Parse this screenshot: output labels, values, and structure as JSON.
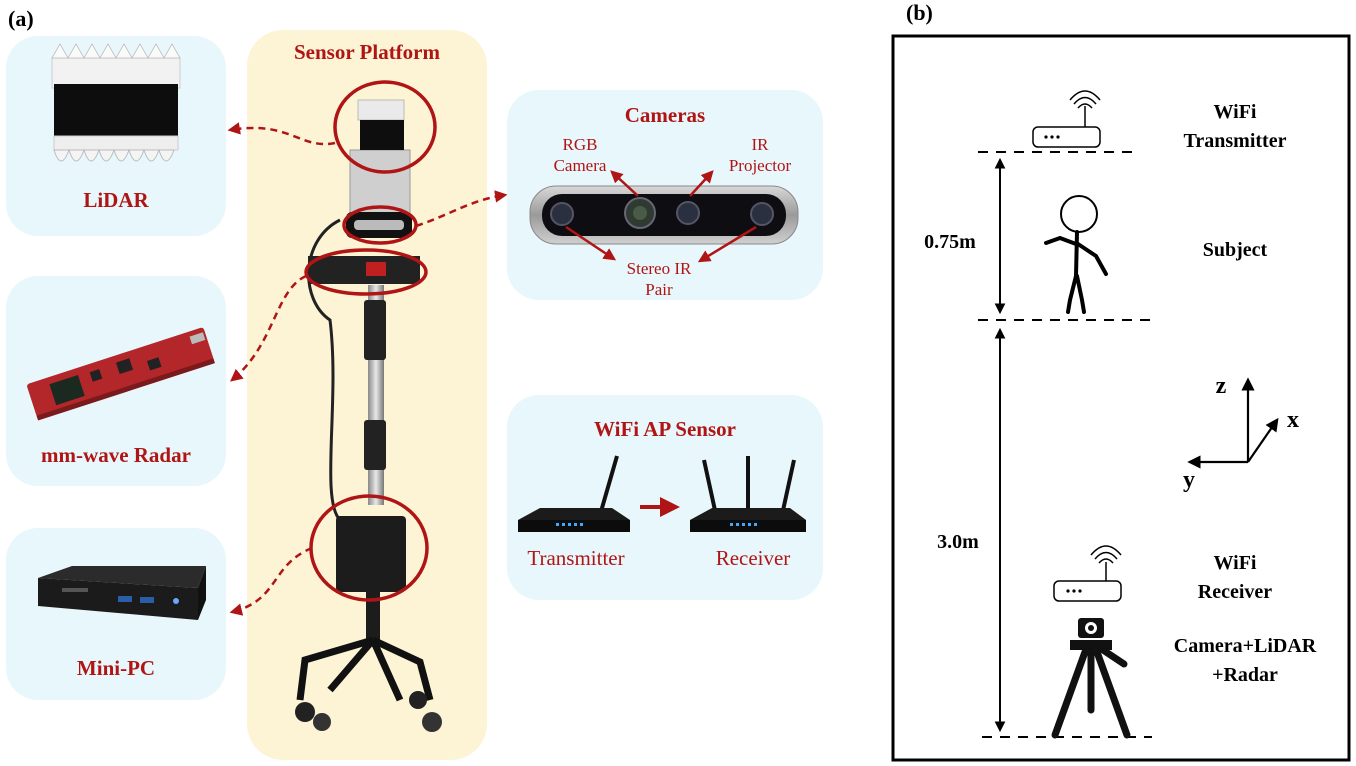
{
  "panel_a": {
    "label": "(a)",
    "platform_title": "Sensor Platform",
    "lidar_label": "LiDAR",
    "radar_label": "mm-wave Radar",
    "minipc_label": "Mini-PC",
    "cameras": {
      "title": "Cameras",
      "rgb_line1": "RGB",
      "rgb_line2": "Camera",
      "ir_line1": "IR",
      "ir_line2": "Projector",
      "stereo_line1": "Stereo IR",
      "stereo_line2": "Pair"
    },
    "wifi": {
      "title": "WiFi AP Sensor",
      "transmitter": "Transmitter",
      "receiver": "Receiver"
    }
  },
  "panel_b": {
    "label": "(b)",
    "wifi_tx_line1": "WiFi",
    "wifi_tx_line2": "Transmitter",
    "subject": "Subject",
    "dist_top": "0.75m",
    "dist_bottom": "3.0m",
    "axis_x": "x",
    "axis_y": "y",
    "axis_z": "z",
    "wifi_rx_line1": "WiFi",
    "wifi_rx_line2": "Receiver",
    "sensors_line1": "Camera+LiDAR",
    "sensors_line2": "+Radar"
  },
  "colors": {
    "accent_red": "#b01515",
    "card_blue": "#e8f7fb",
    "platform_yellow": "#fdf4d6"
  }
}
